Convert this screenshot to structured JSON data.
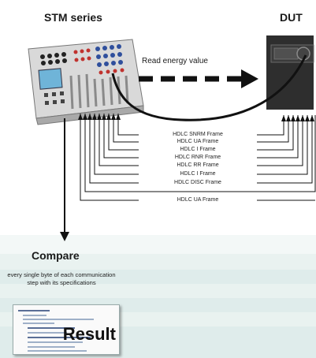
{
  "labels": {
    "source": "STM series",
    "target": "DUT",
    "read_arrow": "Read energy value",
    "compare_title": "Compare",
    "compare_description": "every single byte of each communication step with its specifications",
    "result": "Result"
  },
  "frames": [
    "HDLC SNRM Frame",
    "HDLC UA Frame",
    "HDLC I Frame",
    "HDLC RNR Frame",
    "HDLC RR Frame",
    "HDLC I Frame",
    "HDLC DISC Frame",
    "HDLC UA Frame"
  ],
  "colors": {
    "arrow": "#111111",
    "device_body": "#d9d9d9",
    "dut_body": "#2e2e2e",
    "display": "#6fb4d8",
    "band_light": "#eef5f4",
    "band_dark": "#d8e8e6"
  }
}
